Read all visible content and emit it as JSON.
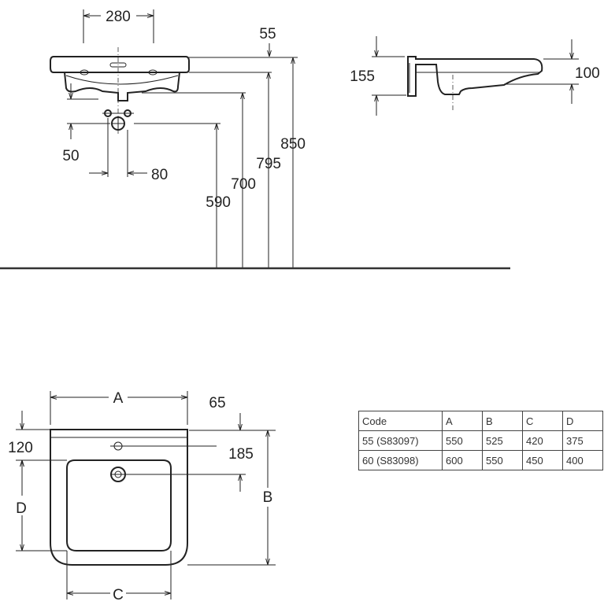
{
  "front_view": {
    "dims": {
      "width_280": "280",
      "top_55": "55",
      "h_850": "850",
      "h_795": "795",
      "h_700": "700",
      "h_590": "590",
      "v_50": "50",
      "h_80": "80"
    }
  },
  "side_view": {
    "dims": {
      "h_155": "155",
      "h_100": "100"
    }
  },
  "plan_view": {
    "dims": {
      "A": "A",
      "B": "B",
      "C": "C",
      "D": "D",
      "d_65": "65",
      "d_120": "120",
      "d_185": "185"
    }
  },
  "table": {
    "headers": [
      "Code",
      "A",
      "B",
      "C",
      "D"
    ],
    "rows": [
      [
        "55 (S83097)",
        "550",
        "525",
        "420",
        "375"
      ],
      [
        "60 (S83098)",
        "600",
        "550",
        "450",
        "400"
      ]
    ]
  }
}
